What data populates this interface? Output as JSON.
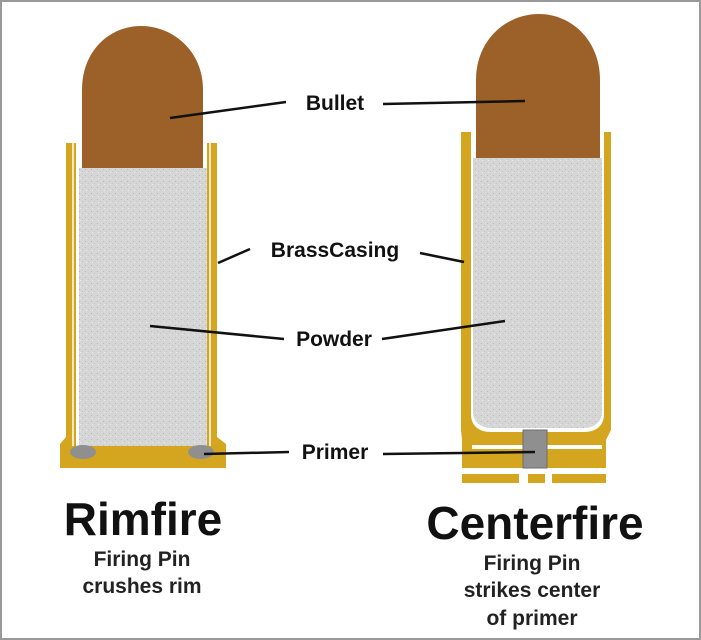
{
  "labels": {
    "bullet": "Bullet",
    "casing": "BrassCasing",
    "powder": "Powder",
    "primer": "Primer"
  },
  "rimfire": {
    "title": "Rimfire",
    "caption_line1": "Firing Pin",
    "caption_line2": "crushes rim"
  },
  "centerfire": {
    "title": "Centerfire",
    "caption_line1": "Firing Pin",
    "caption_line2": "strikes center",
    "caption_line3": "of primer"
  },
  "colors": {
    "bullet": "#9b6128",
    "brass": "#d4a51e",
    "powder": "#d3d3d3",
    "primer": "#8f8f8f",
    "leader": "#111111"
  }
}
